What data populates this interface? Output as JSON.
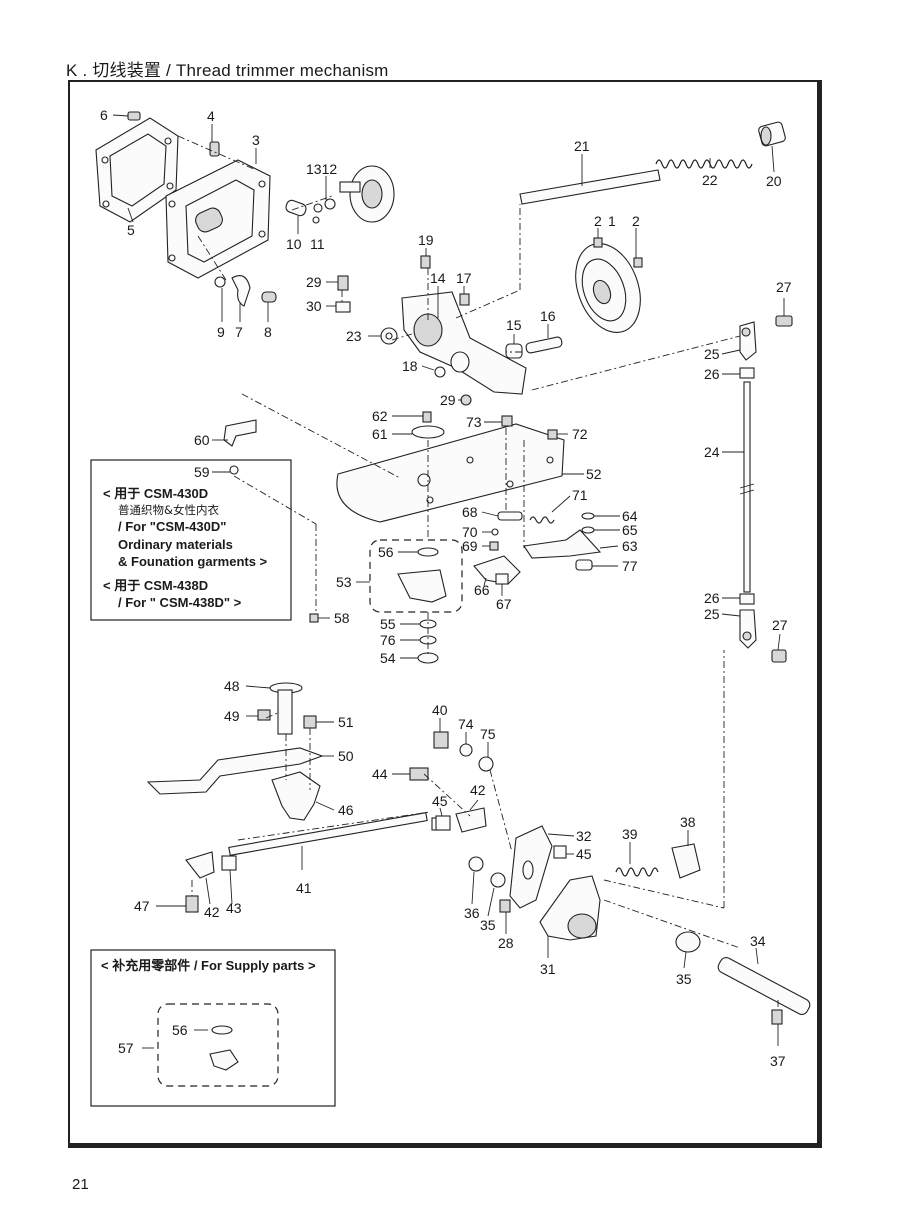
{
  "header": {
    "title": "K . 切线装置 / Thread trimmer mechanism"
  },
  "page_number": "21",
  "note_430": {
    "l1": "< 用于 CSM-430D",
    "l2": "普通织物&女性内衣",
    "l3": "/ For \"CSM-430D\"",
    "l4": "Ordinary materials",
    "l5": "& Founation garments >",
    "l6": "< 用于 CSM-438D",
    "l7": "/ For \" CSM-438D\" >"
  },
  "supply_note": {
    "title": "< 补充用零部件 / For Supply parts >"
  },
  "labels": {
    "p6": "6",
    "p4": "4",
    "p3": "3",
    "p5": "5",
    "p9": "9",
    "p7": "7",
    "p8": "8",
    "p1312": "1312",
    "p10": "10",
    "p11": "11",
    "p29a": "29",
    "p30": "30",
    "p19": "19",
    "p14": "14",
    "p17": "17",
    "p23": "23",
    "p18": "18",
    "p29b": "29",
    "p15": "15",
    "p16": "16",
    "p21": "21",
    "p22": "22",
    "p20": "20",
    "p2a": "2",
    "p1": "1",
    "p2b": "2",
    "p27a": "27",
    "p25a": "25",
    "p26a": "26",
    "p24": "24",
    "p26b": "26",
    "p25b": "25",
    "p27b": "27",
    "p62": "62",
    "p61": "61",
    "p73": "73",
    "p72": "72",
    "p60": "60",
    "p59": "59",
    "p52": "52",
    "p71": "71",
    "p68": "68",
    "p64": "64",
    "p65": "65",
    "p70": "70",
    "p69": "69",
    "p63": "63",
    "p56a": "56",
    "p53": "53",
    "p66": "66",
    "p67": "67",
    "p77": "77",
    "p58": "58",
    "p55": "55",
    "p76": "76",
    "p54": "54",
    "p48": "48",
    "p49": "49",
    "p51": "51",
    "p50": "50",
    "p46": "46",
    "p41": "41",
    "p47": "47",
    "p42a": "42",
    "p43": "43",
    "p40": "40",
    "p74": "74",
    "p75": "75",
    "p44": "44",
    "p45a": "45",
    "p42b": "42",
    "p32": "32",
    "p45b": "45",
    "p39": "39",
    "p38": "38",
    "p36": "36",
    "p35a": "35",
    "p28": "28",
    "p31": "31",
    "p34": "34",
    "p35b": "35",
    "p37": "37",
    "p56b": "56",
    "p57": "57"
  }
}
